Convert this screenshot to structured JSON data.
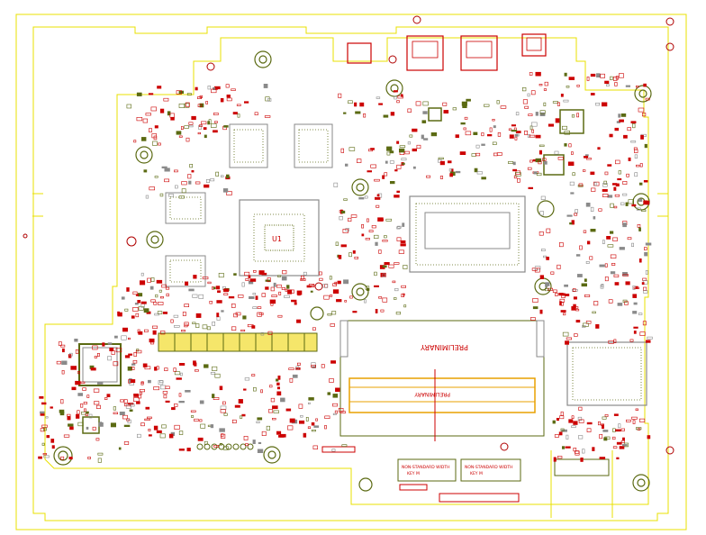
{
  "labels": {
    "prelim_main": "PRELIMINARY",
    "prelim_small": "PRELIMINARY",
    "m2_left": "NON-STANDARD WIDTH",
    "m2_left_key": "KEY M",
    "m2_right": "NON-STANDARD WIDTH",
    "m2_right_key": "KEY M"
  },
  "colors": {
    "outline": "#e8e000",
    "silk": "#cc0000",
    "pad": "#5b6a12",
    "body": "#8a8a8a",
    "hole": "#b00000"
  }
}
